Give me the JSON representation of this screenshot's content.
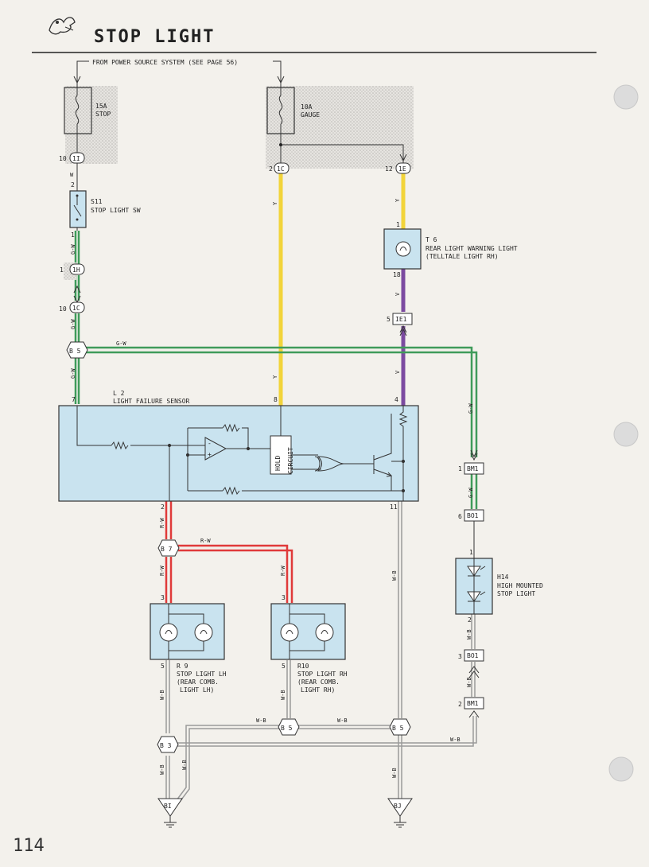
{
  "header": {
    "title": "STOP LIGHT",
    "page_number": "114",
    "power_note": "FROM POWER SOURCE SYSTEM (SEE PAGE 56)"
  },
  "fuses": [
    {
      "rating": "15A",
      "name": "STOP"
    },
    {
      "rating": "10A",
      "name": "GAUGE"
    }
  ],
  "components": {
    "s11": {
      "code": "S11",
      "name": "STOP LIGHT SW"
    },
    "t6": {
      "code": "T 6",
      "name": "REAR LIGHT WARNING LIGHT",
      "sub": "(TELLTALE LIGHT RH)"
    },
    "l2": {
      "code": "L 2",
      "name": "LIGHT FAILURE SENSOR",
      "hold": "HOLD",
      "circuit": "CIRCUIT"
    },
    "h14": {
      "code": "H14",
      "name": "HIGH MOUNTED",
      "sub": "STOP LIGHT"
    },
    "r9": {
      "code": "R 9",
      "name": "STOP LIGHT LH",
      "sub1": "(REAR COMB.",
      "sub2": "LIGHT LH)"
    },
    "r10": {
      "code": "R10",
      "name": "STOP LIGHT RH",
      "sub1": "(REAR COMB.",
      "sub2": "LIGHT RH)"
    }
  },
  "connectors": {
    "c1I": "1I",
    "c1H": "1H",
    "c1C_a": "1C",
    "c1C_b": "1C",
    "c1E": "1E",
    "IE1": "IE1",
    "BM1_a": "BM1",
    "BO1_a": "BO1",
    "BO1_b": "BO1",
    "BM1_b": "BM1",
    "B5_a": "B 5",
    "B7": "B 7",
    "B5_b": "B 5",
    "B5_c": "B 5",
    "B3": "B 3",
    "BI": "BI",
    "BJ": "BJ"
  },
  "pins": {
    "p10a": "10",
    "p2a": "2",
    "p1a": "1",
    "p10b": "10",
    "p2b": "2",
    "p12": "12",
    "p1b": "1",
    "p18": "18",
    "p5a": "5",
    "p4": "4",
    "p7": "7",
    "p8": "8",
    "p2c": "2",
    "p11": "11",
    "p1c": "1",
    "p6": "6",
    "p1d": "1",
    "p2d": "2",
    "p3a": "3",
    "p2e": "2",
    "p3b": "3",
    "p3c": "3",
    "p5b": "5",
    "p5c": "5"
  },
  "wire_colors": {
    "w1": "W",
    "w2": "G-W",
    "w3": "G-W",
    "w4": "G-W",
    "w5": "G-W",
    "w6": "Y",
    "w7": "Y",
    "w8": "Y",
    "w9": "Y",
    "w10": "V",
    "w11": "V",
    "w12": "G-W",
    "w13": "G-W",
    "w14": "R-W",
    "w15": "R-W",
    "w16": "R-W",
    "w17": "R-W",
    "w18": "W-B",
    "w19": "W-B",
    "w20": "W-B",
    "w21": "W-B",
    "w22": "W-B",
    "w23": "W-B",
    "w24": "W-B",
    "w25": "W-B",
    "w26": "W-B",
    "w27": "W-B",
    "w28": "W-B"
  },
  "colors": {
    "paper": "#f3f1ec",
    "component_fill": "#c9e3ef",
    "yellow_wire": "#f2d43a",
    "violet_wire": "#7b4aa0",
    "red_wire": "#e03a3a",
    "green_wire": "#3f9b5a",
    "ground_wire": "#9a9a9a"
  }
}
